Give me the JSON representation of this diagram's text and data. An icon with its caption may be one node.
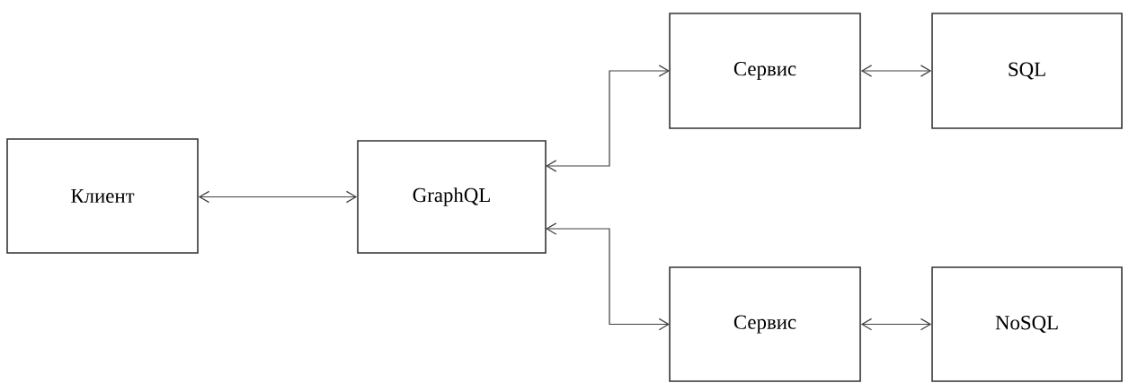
{
  "diagram": {
    "nodes": [
      {
        "text": [
          "Клиент"
        ]
      },
      {
        "text": [
          "GraphQL"
        ]
      },
      {
        "text": [
          "Сервис"
        ]
      },
      {
        "text": [
          "SQL"
        ]
      },
      {
        "text": [
          "Сервис"
        ]
      },
      {
        "text": [
          "NoSQL"
        ]
      }
    ],
    "edges": [
      {
        "from": 0,
        "to": 1,
        "arrow": "both"
      },
      {
        "from": 1,
        "to": 2,
        "arrow": "both"
      },
      {
        "from": 2,
        "to": 3,
        "arrow": "both"
      },
      {
        "from": 1,
        "to": 4,
        "arrow": "both"
      },
      {
        "from": 4,
        "to": 5,
        "arrow": "both"
      }
    ]
  }
}
